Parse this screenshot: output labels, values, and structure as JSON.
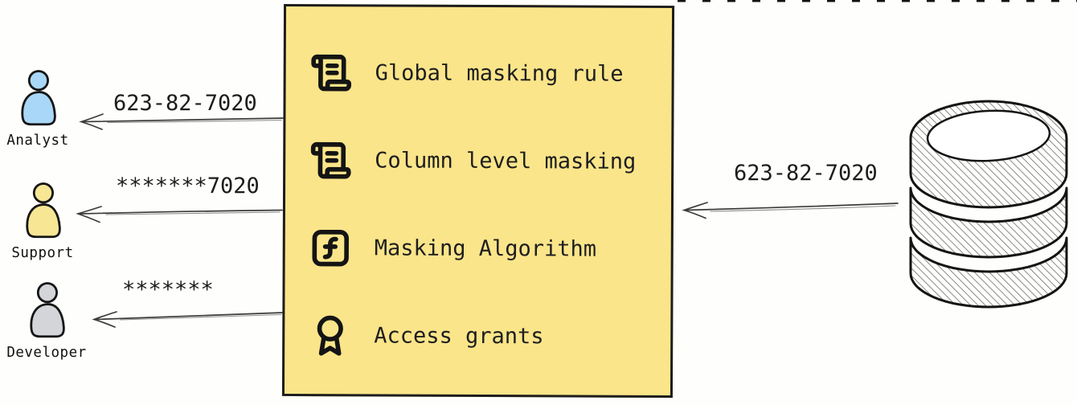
{
  "actors": [
    {
      "name": "Analyst",
      "received_value": "623-82-7020",
      "fill": "#a9d7f7"
    },
    {
      "name": "Support",
      "received_value": "*******7020",
      "fill": "#f7e694"
    },
    {
      "name": "Developer",
      "received_value": "*******",
      "fill": "#d3d5d8"
    }
  ],
  "masking_box": {
    "fill": "#fbe58a",
    "border_color": "#1d1d1d",
    "items": [
      {
        "icon": "scroll-text-icon",
        "label": "Global masking rule"
      },
      {
        "icon": "scroll-text-icon",
        "label": "Column level masking"
      },
      {
        "icon": "function-square-icon",
        "label": "Masking Algorithm"
      },
      {
        "icon": "award-icon",
        "label": "Access grants"
      }
    ]
  },
  "database": {
    "icon": "database-icon",
    "outgoing_value": "623-82-7020"
  }
}
